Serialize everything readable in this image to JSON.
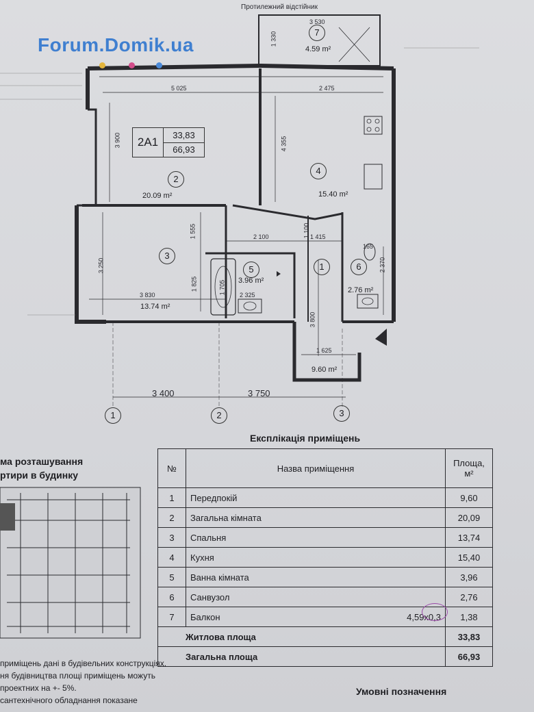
{
  "watermark": "Forum.Domik.ua",
  "colors": {
    "watermark": "#3f7fd0",
    "dot1": "#e3b53c",
    "dot2": "#d24c8a",
    "dot3": "#4b8ad8",
    "ink": "#1e1e22",
    "stamp": "#9a4aa8"
  },
  "plan": {
    "top_label": "Протилежний відстійник",
    "apartment": {
      "code": "2А1",
      "living_area": "33,83",
      "total_area": "66,93"
    },
    "rooms": [
      {
        "num": "7",
        "area": "4.59 m²"
      },
      {
        "num": "2",
        "area": "20.09 m²"
      },
      {
        "num": "4",
        "area": "15.40 m²"
      },
      {
        "num": "3",
        "area": "13.74 m²"
      },
      {
        "num": "5",
        "area": "3.96 m²"
      },
      {
        "num": "1",
        "area": "9.60 m²"
      },
      {
        "num": "6",
        "area": "2.76 m²"
      }
    ],
    "dims": {
      "d3530": "3 530",
      "d1330": "1 330",
      "d5025": "5 025",
      "d2475": "2 475",
      "d3900": "3 900",
      "d4355": "4 355",
      "d1555": "1 555",
      "d3250": "3 250",
      "d2100": "2 100",
      "d1415": "1 415",
      "d1100": "1 100",
      "d165": "165",
      "d2370": "2 370",
      "d1825": "1 825",
      "d1705": "1 705",
      "d3830": "3 830",
      "d2325": "2 325",
      "d3800": "3 800",
      "d1625": "1 625"
    },
    "axis_dims": {
      "a": "3 400",
      "b": "3 750"
    },
    "axes": [
      "1",
      "2",
      "3"
    ]
  },
  "explication": {
    "title": "Експлікація приміщень",
    "headers": {
      "num": "№",
      "name": "Назва приміщення",
      "area": "Площа, м²"
    },
    "rows": [
      {
        "num": "1",
        "name": "Передпокій",
        "extra": "",
        "area": "9,60"
      },
      {
        "num": "2",
        "name": "Загальна кімната",
        "extra": "",
        "area": "20,09"
      },
      {
        "num": "3",
        "name": "Спальня",
        "extra": "",
        "area": "13,74"
      },
      {
        "num": "4",
        "name": "Кухня",
        "extra": "",
        "area": "15,40"
      },
      {
        "num": "5",
        "name": "Ванна кімната",
        "extra": "",
        "area": "3,96"
      },
      {
        "num": "6",
        "name": "Санвузол",
        "extra": "",
        "area": "2,76"
      },
      {
        "num": "7",
        "name": "Балкон",
        "extra": "4,59х0,3",
        "area": "1,38"
      }
    ],
    "living": {
      "label": "Житлова площа",
      "value": "33,83"
    },
    "total": {
      "label": "Загальна площа",
      "value": "66,93"
    }
  },
  "side": {
    "title1": "ма розташування",
    "title2": "ртири в будинку"
  },
  "notes": {
    "line1": "приміщень дані в будівельних конструкціях.",
    "line2": "ня будівництва площі приміщень можуть",
    "line3": "проектних на +- 5%.",
    "line4": "сантехнічного обладнання показане"
  },
  "legend_title": "Умовні позначення"
}
